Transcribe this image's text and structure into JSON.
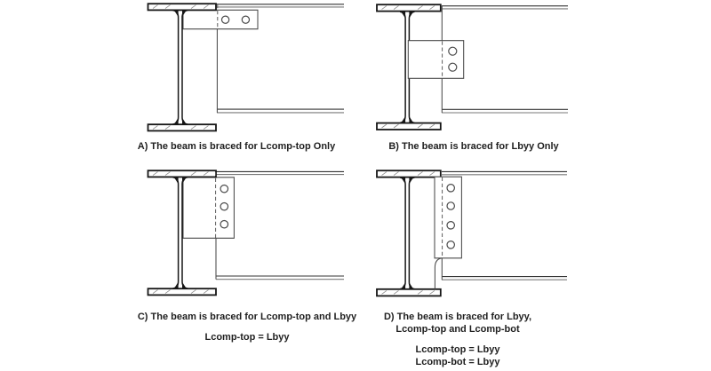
{
  "colors": {
    "background": "#ffffff",
    "section_outline": "#161616",
    "thin_line": "#4a4a4a",
    "text": "#1f1f1f"
  },
  "figures": [
    {
      "id": "A",
      "caption_lines": [
        "A) The beam is braced for Lcomp-top Only"
      ],
      "note_lines": [],
      "bolt_count": 2,
      "plate_location": "top-flange"
    },
    {
      "id": "B",
      "caption_lines": [
        "B) The beam is braced for Lbyy Only"
      ],
      "note_lines": [],
      "bolt_count": 2,
      "plate_location": "mid-web"
    },
    {
      "id": "C",
      "caption_lines": [
        "C) The beam is braced for Lcomp-top and Lbyy"
      ],
      "note_lines": [
        "Lcomp-top = Lbyy"
      ],
      "bolt_count": 3,
      "plate_location": "top-half"
    },
    {
      "id": "D",
      "caption_lines": [
        "D) The beam is braced for Lbyy,",
        "Lcomp-top and Lcomp-bot"
      ],
      "note_lines": [
        "Lcomp-top = Lbyy",
        "Lcomp-bot = Lbyy"
      ],
      "bolt_count": 4,
      "plate_location": "full-depth"
    }
  ]
}
